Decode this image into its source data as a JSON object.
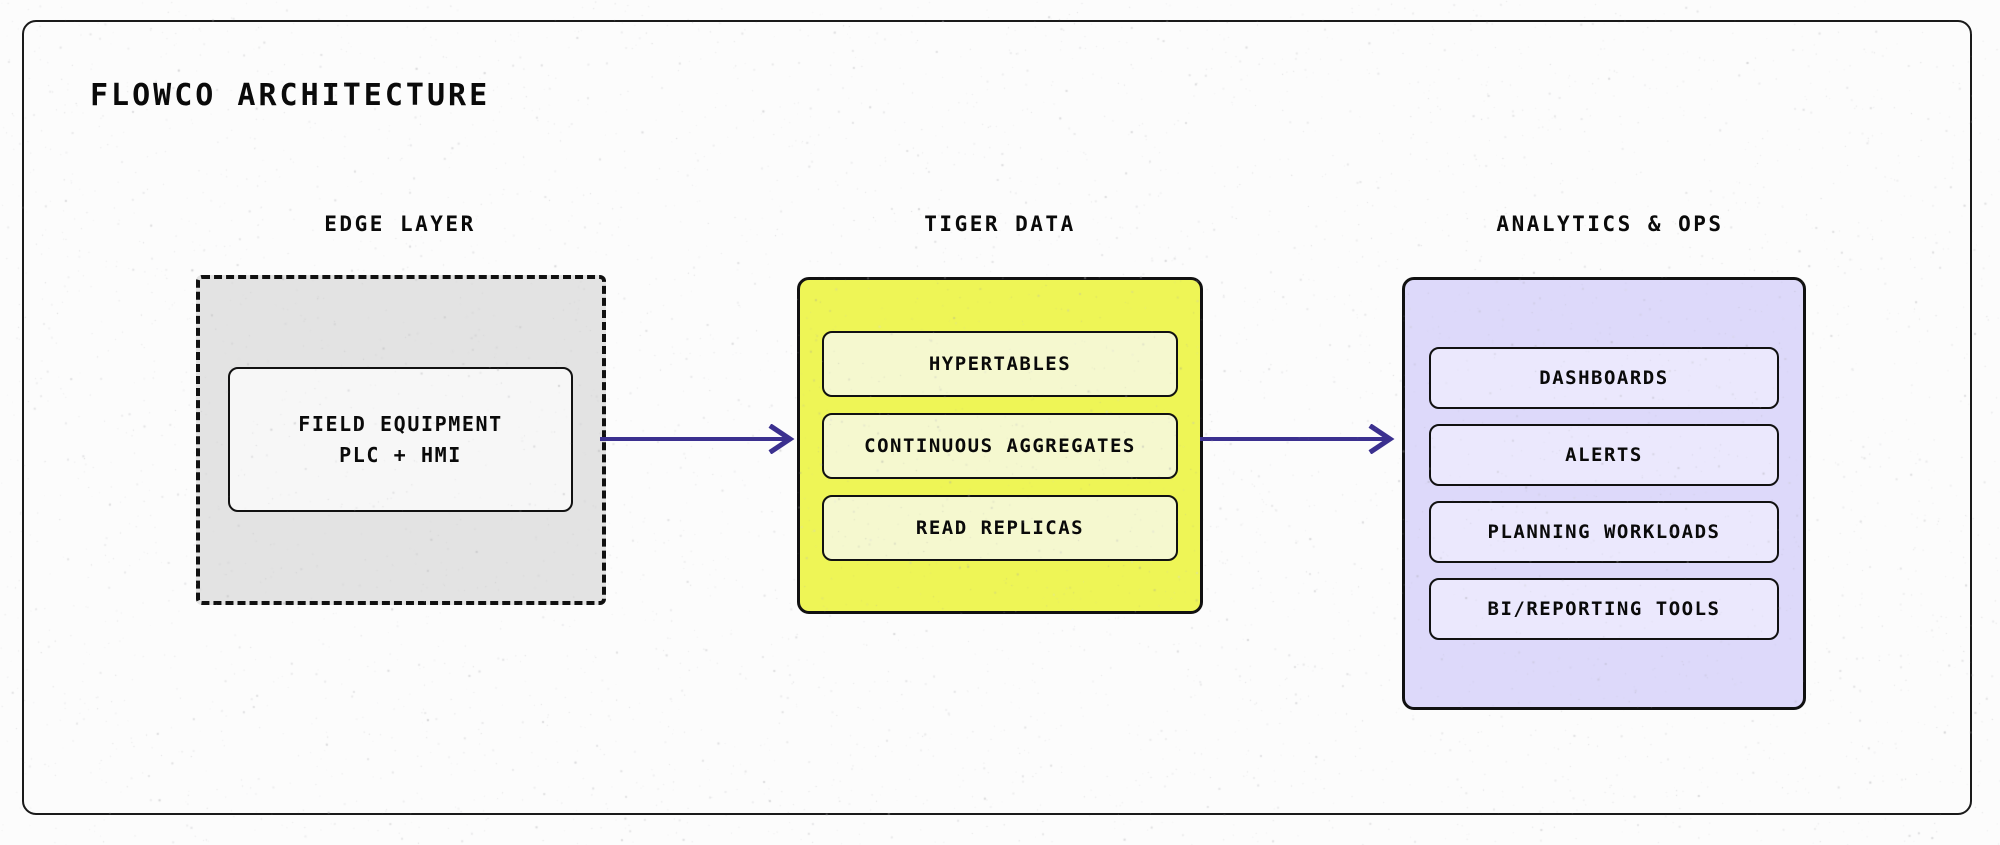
{
  "diagram": {
    "title": "FLOWCO ARCHITECTURE",
    "accent_colors": {
      "edge_fill": "#e3e3e3",
      "edge_inner_fill": "#f7f7f7",
      "tiger_fill": "#eef556",
      "tiger_card_fill": "#f5f8cf",
      "ops_fill": "#ddd9fa",
      "ops_card_fill": "#ebe8fd",
      "arrow": "#3b308f",
      "border": "#111111",
      "background": "#fcfcfc"
    },
    "columns": [
      {
        "id": "edge",
        "header": "EDGE LAYER",
        "container_style": "dashed",
        "nodes": [
          {
            "line1": "FIELD EQUIPMENT",
            "line2": "PLC + HMI"
          }
        ]
      },
      {
        "id": "tiger",
        "header": "TIGER DATA",
        "container_style": "solid",
        "nodes": [
          {
            "label": "HYPERTABLES"
          },
          {
            "label": "CONTINUOUS AGGREGATES"
          },
          {
            "label": "READ REPLICAS"
          }
        ]
      },
      {
        "id": "ops",
        "header": "ANALYTICS & OPS",
        "container_style": "solid",
        "nodes": [
          {
            "label": "DASHBOARDS"
          },
          {
            "label": "ALERTS"
          },
          {
            "label": "PLANNING WORKLOADS"
          },
          {
            "label": "BI/REPORTING TOOLS"
          }
        ]
      }
    ],
    "connectors": [
      {
        "id": "edge-to-tiger",
        "from": "edge",
        "to": "tiger",
        "direction": "right",
        "label": ""
      },
      {
        "id": "tiger-to-ops",
        "from": "tiger",
        "to": "ops",
        "direction": "right",
        "label": ""
      }
    ]
  }
}
